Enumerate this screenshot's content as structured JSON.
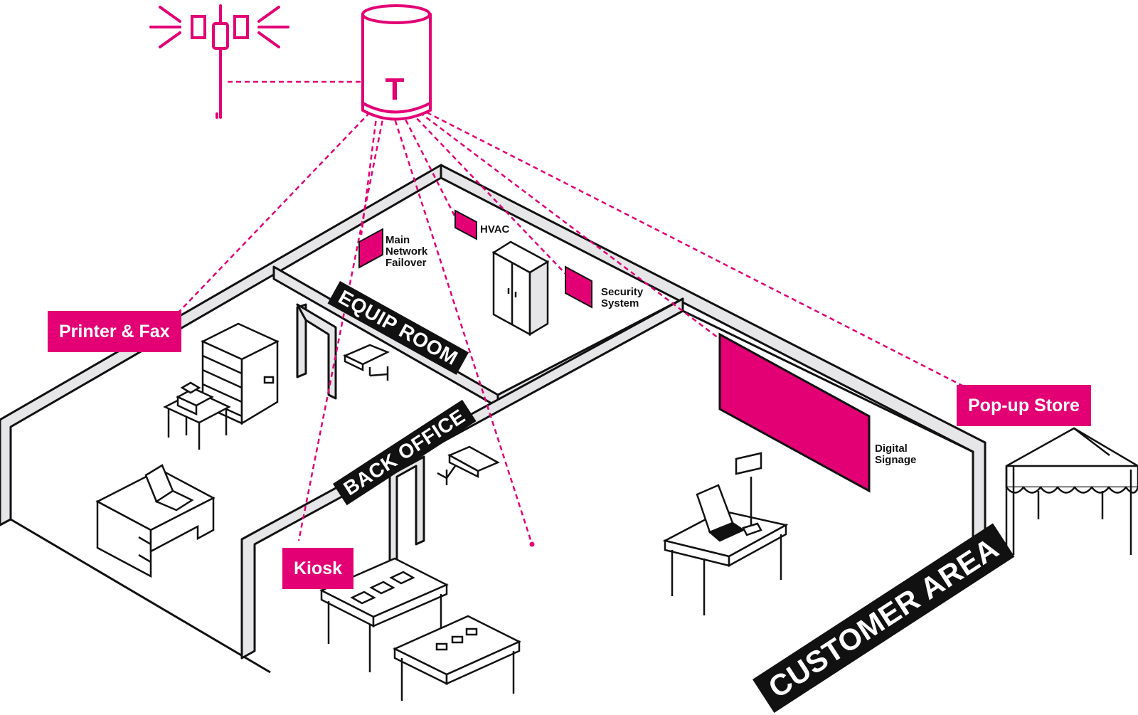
{
  "brand": {
    "accent": "#E20074",
    "ink": "#111111",
    "wall": "#e6e6e8",
    "logo": "T"
  },
  "zones": {
    "equip_room": "EQUIP ROOM",
    "back_office": "BACK OFFICE",
    "customer_area": "CUSTOMER AREA"
  },
  "labels": {
    "printer_fax": "Printer & Fax",
    "kiosk": "Kiosk",
    "popup_store": "Pop-up Store",
    "main_network_failover": "Main\nNetwork\nFailover",
    "hvac": "HVAC",
    "security_system": "Security\nSystem",
    "digital_signage": "Digital\nSignage"
  },
  "icons": [
    "cell-tower-icon",
    "router-icon",
    "security-camera-icon",
    "printer-icon",
    "copier-icon",
    "laptop-icon",
    "pos-terminal-icon",
    "tent-icon",
    "server-cabinet-icon"
  ]
}
